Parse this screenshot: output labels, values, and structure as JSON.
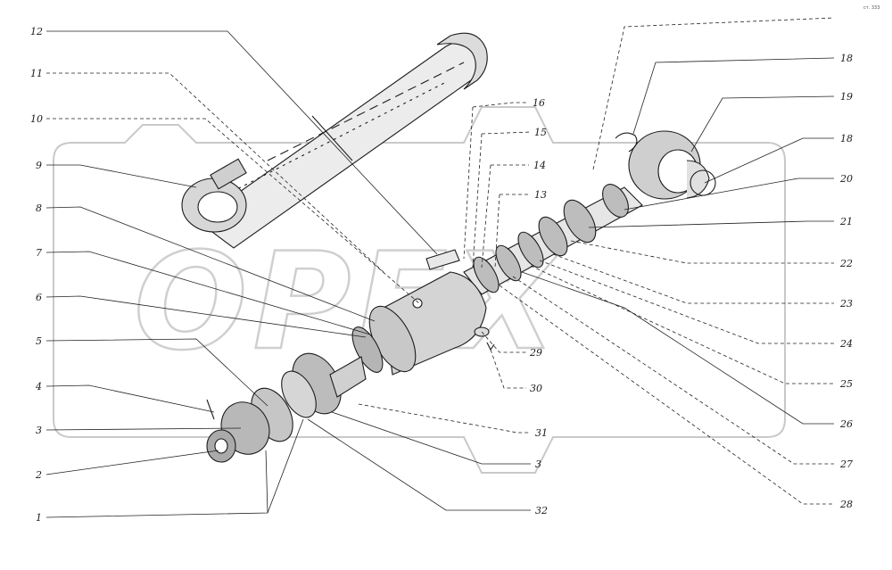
{
  "header": {
    "corner_note": "ст. 333"
  },
  "watermark": {
    "text": "OPEX"
  },
  "callouts": {
    "c1": "1",
    "c2": "2",
    "c3": "3",
    "c4": "4",
    "c5": "5",
    "c6": "6",
    "c7": "7",
    "c8": "8",
    "c9": "9",
    "c10": "10",
    "c11": "11",
    "c12": "12",
    "c3b": "3",
    "c13": "13",
    "c14": "14",
    "c15": "15",
    "c16": "16",
    "c18a": "18",
    "c19": "19",
    "c18b": "18",
    "c20": "20",
    "c21": "21",
    "c22": "22",
    "c23": "23",
    "c24": "24",
    "c25": "25",
    "c26a": "26",
    "c27": "27",
    "c28": "28",
    "c29": "29",
    "c30": "30",
    "c31": "31",
    "c32": "32"
  }
}
